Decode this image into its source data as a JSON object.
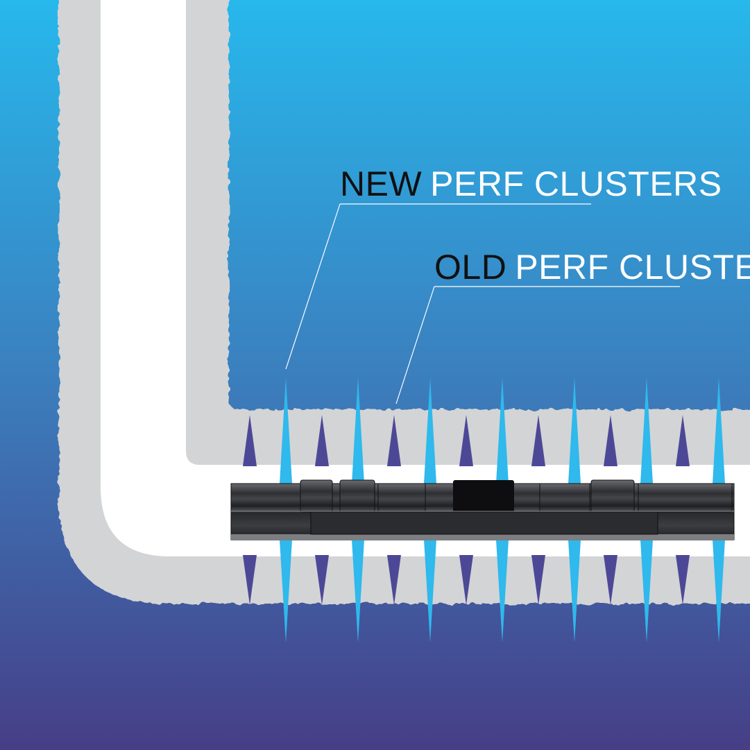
{
  "labels": {
    "new": {
      "prefix": "NEW",
      "suffix": "PERF CLUSTERS"
    },
    "old": {
      "prefix": "OLD",
      "suffix": "PERF CLUSTERS"
    }
  },
  "colors": {
    "background_top": "#27b8ec",
    "background_mid": "#3b7fbe",
    "background_bottom": "#463e87",
    "casing_gray": "#d3d4d6",
    "wellbore_white": "#ffffff",
    "new_perf_cyan": "#2fb9ec",
    "old_perf_purple": "#4d4896",
    "label_dark": "#111111",
    "label_light": "#ffffff",
    "tool_body": "#3a3a3d",
    "tool_dark": "#111111"
  }
}
